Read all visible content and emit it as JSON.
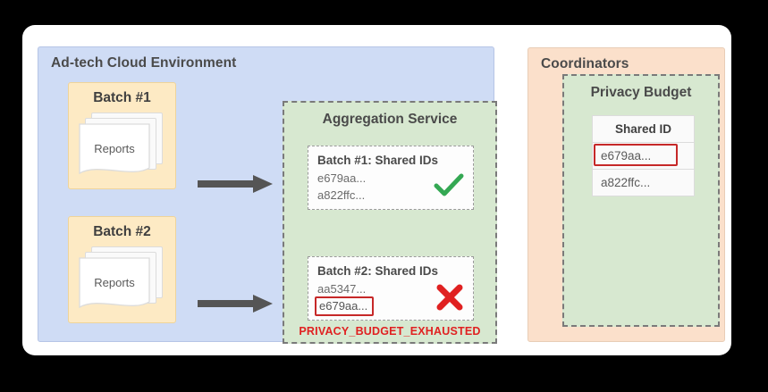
{
  "adtech": {
    "title": "Ad-tech Cloud Environment",
    "batches": [
      {
        "label": "Batch #1",
        "doc_label": "Reports"
      },
      {
        "label": "Batch #2",
        "doc_label": "Reports"
      }
    ],
    "aggregation": {
      "title": "Aggregation Service",
      "cards": [
        {
          "title": "Batch #1: Shared IDs",
          "ids": [
            "e679aa...",
            "a822ffc..."
          ],
          "flagged_id": null,
          "status": "check"
        },
        {
          "title": "Batch #2: Shared IDs",
          "ids": [
            "aa5347...",
            "e679aa..."
          ],
          "flagged_id": "e679aa...",
          "status": "cross"
        }
      ],
      "error_message": "PRIVACY_BUDGET_EXHAUSTED"
    }
  },
  "coordinators": {
    "title": "Coordinators",
    "privacy_budget": {
      "title": "Privacy Budget",
      "table": {
        "header": "Shared ID",
        "rows": [
          "e679aa...",
          "a822ffc..."
        ],
        "highlighted_row": "e679aa..."
      }
    }
  },
  "colors": {
    "adtech_panel": "#cfdcf5",
    "coordinators_panel": "#fbe0cb",
    "batch_box": "#fdeac4",
    "zone": "#d7e8d0",
    "success": "#34a853",
    "error": "#e02121",
    "highlight_border": "#c62828",
    "arrow": "#555555"
  },
  "icons": {
    "check": "check-icon",
    "cross": "cross-icon",
    "arrow": "arrow-right-icon",
    "documents": "documents-stack-icon"
  }
}
